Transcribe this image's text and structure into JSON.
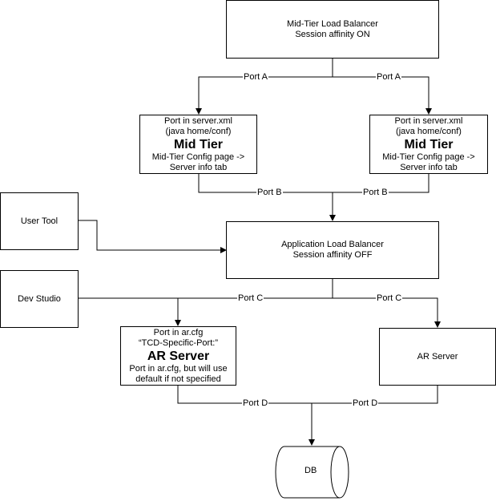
{
  "nodes": {
    "mid_lb": {
      "line1": "Mid-Tier Load Balancer",
      "line2": "Session affinity ON"
    },
    "mid_tier_left": {
      "line1": "Port in server.xml",
      "line2": "(java home/conf)",
      "title": "Mid Tier",
      "line3": "Mid-Tier Config page ->",
      "line4": "Server info tab"
    },
    "mid_tier_right": {
      "line1": "Port in server.xml",
      "line2": "(java home/conf)",
      "title": "Mid Tier",
      "line3": "Mid-Tier Config page ->",
      "line4": "Server info tab"
    },
    "user_tool": {
      "label": "User Tool"
    },
    "app_lb": {
      "line1": "Application Load Balancer",
      "line2": "Session affinity OFF"
    },
    "dev_studio": {
      "label": "Dev Studio"
    },
    "ar_server_left": {
      "line1": "Port in ar.cfg",
      "line2": "“TCD-Specific-Port:”",
      "title": "AR Server",
      "line3": "Port in ar.cfg, but will use",
      "line4": "default if not specified"
    },
    "ar_server_right": {
      "label": "AR Server"
    },
    "db": {
      "label": "DB"
    }
  },
  "edges": {
    "port_a_left": "Port A",
    "port_a_right": "Port A",
    "port_b_left": "Port B",
    "port_b_right": "Port B",
    "port_c_left": "Port C",
    "port_c_right": "Port C",
    "port_d_left": "Port D",
    "port_d_right": "Port D"
  }
}
